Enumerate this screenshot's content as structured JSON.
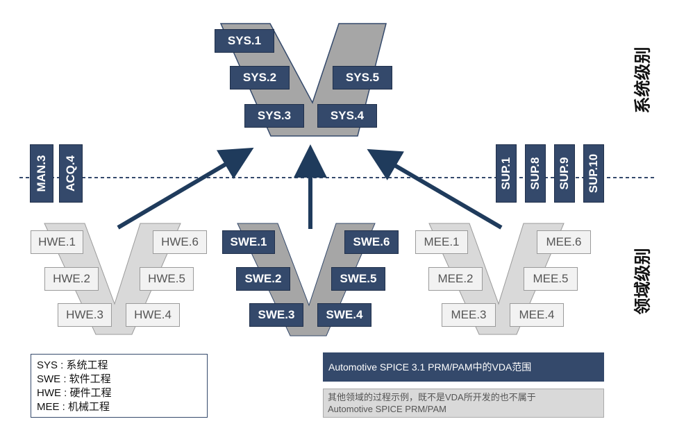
{
  "system_processes": [
    {
      "id": "sys1",
      "label": "SYS.1"
    },
    {
      "id": "sys2",
      "label": "SYS.2"
    },
    {
      "id": "sys3",
      "label": "SYS.3"
    },
    {
      "id": "sys4",
      "label": "SYS.4"
    },
    {
      "id": "sys5",
      "label": "SYS.5"
    }
  ],
  "management_processes": [
    {
      "id": "man3",
      "label": "MAN.3"
    },
    {
      "id": "acq4",
      "label": "ACQ.4"
    }
  ],
  "support_processes": [
    {
      "id": "sup1",
      "label": "SUP.1"
    },
    {
      "id": "sup8",
      "label": "SUP.8"
    },
    {
      "id": "sup9",
      "label": "SUP.9"
    },
    {
      "id": "sup10",
      "label": "SUP.10"
    }
  ],
  "hardware_processes": [
    "HWE.1",
    "HWE.2",
    "HWE.3",
    "HWE.4",
    "HWE.5",
    "HWE.6"
  ],
  "software_processes": [
    "SWE.1",
    "SWE.2",
    "SWE.3",
    "SWE.4",
    "SWE.5",
    "SWE.6"
  ],
  "mechanical_processes": [
    "MEE.1",
    "MEE.2",
    "MEE.3",
    "MEE.4",
    "MEE.5",
    "MEE.6"
  ],
  "side_labels": {
    "system_level": "系统级别",
    "domain_level": "领域级别"
  },
  "legend": {
    "items": [
      "SYS : 系统工程",
      "SWE : 软件工程",
      "HWE : 硬件工程",
      "MEE : 机械工程"
    ]
  },
  "notes": {
    "in_scope": "Automotive SPICE 3.1 PRM/PAM中的VDA范围",
    "out_of_scope_line1": "其他领域的过程示例，既不是VDA所开发的也不属于",
    "out_of_scope_line2": "Automotive SPICE PRM/PAM"
  },
  "colors": {
    "dark_box": "#34496b",
    "light_box": "#f2f2f2",
    "v_system": "#a6a6a6",
    "v_software": "#a6a6a6",
    "v_hw_mee": "#d9d9d9",
    "arrow": "#1f3b5c",
    "dashed_line": "#34496b"
  }
}
